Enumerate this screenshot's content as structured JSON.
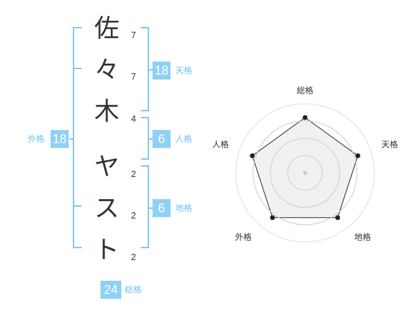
{
  "name": {
    "chars": [
      {
        "char": "佐",
        "strokes": "7"
      },
      {
        "char": "々",
        "strokes": "7"
      },
      {
        "char": "木",
        "strokes": "4"
      },
      {
        "char": "ヤ",
        "strokes": "2"
      },
      {
        "char": "ス",
        "strokes": "2"
      },
      {
        "char": "ト",
        "strokes": "2"
      }
    ]
  },
  "scores": {
    "tenkaku": {
      "value": "18",
      "label": "天格"
    },
    "jinkaku": {
      "value": "6",
      "label": "人格"
    },
    "chikaku": {
      "value": "6",
      "label": "地格"
    },
    "gaikaku": {
      "value": "18",
      "label": "外格"
    },
    "soukaku": {
      "value": "24",
      "label": "総格"
    }
  },
  "radar": {
    "axes": [
      "総格",
      "天格",
      "地格",
      "外格",
      "人格"
    ],
    "levels": 4,
    "values": [
      1.0,
      1.0,
      1.0,
      1.0,
      1.0
    ]
  },
  "colors": {
    "accent": "#8fd0f6",
    "accent_text": "#6cc2f0",
    "bracket": "#7ec8f2"
  }
}
